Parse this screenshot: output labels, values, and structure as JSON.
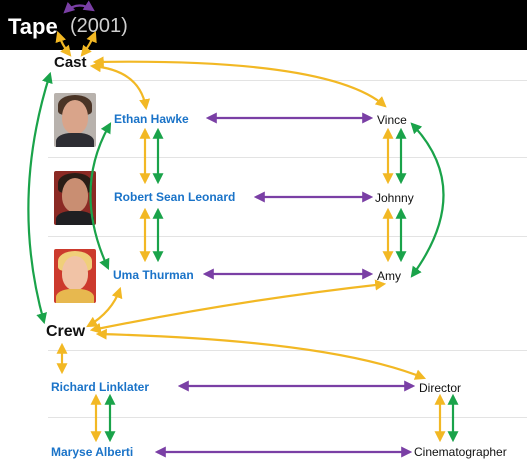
{
  "title": {
    "name": "Tape",
    "year": "(2001)"
  },
  "sections": {
    "cast": "Cast",
    "crew": "Crew"
  },
  "cast": [
    {
      "name": "Ethan Hawke",
      "role": "Vince"
    },
    {
      "name": "Robert Sean Leonard",
      "role": "Johnny"
    },
    {
      "name": "Uma Thurman",
      "role": "Amy"
    }
  ],
  "crew": [
    {
      "name": "Richard Linklater",
      "role": "Director"
    },
    {
      "name": "Maryse Alberti",
      "role": "Cinematographer"
    }
  ],
  "colors": {
    "yellow_arrow": "#f2b824",
    "purple_arrow": "#7a3fa5",
    "green_arrow": "#1aa34a",
    "link": "#1a73c8",
    "title_bar": "#000000"
  }
}
